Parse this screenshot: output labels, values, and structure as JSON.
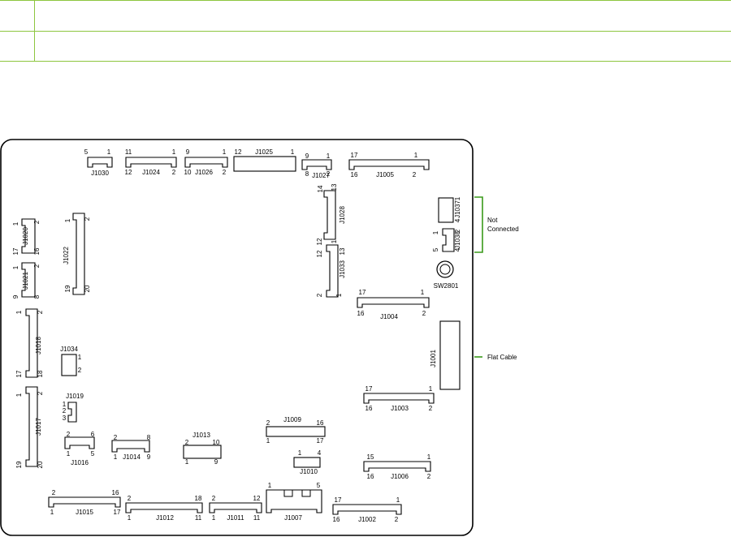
{
  "connectors": [
    {
      "id": "J1030",
      "pins": [
        "5",
        "1"
      ]
    },
    {
      "id": "J1024",
      "pins": [
        "11",
        "1",
        "12",
        "2"
      ]
    },
    {
      "id": "J1026",
      "pins": [
        "9",
        "1",
        "10",
        "2"
      ]
    },
    {
      "id": "J1025",
      "pins": [
        "12",
        "1"
      ]
    },
    {
      "id": "J1027",
      "pins": [
        "9",
        "1",
        "8",
        "2"
      ]
    },
    {
      "id": "J1005",
      "pins": [
        "17",
        "1",
        "16",
        "2"
      ]
    },
    {
      "id": "J1028",
      "pins": [
        "14",
        "13",
        "12",
        "1"
      ]
    },
    {
      "id": "J1037",
      "pins": [
        "1",
        "4"
      ]
    },
    {
      "id": "J1038",
      "pins": [
        "1",
        "2",
        "5",
        "4"
      ]
    },
    {
      "id": "SW2801",
      "pins": []
    },
    {
      "id": "J1020",
      "pins": [
        "1",
        "2",
        "17",
        "16"
      ]
    },
    {
      "id": "J1022",
      "pins": [
        "1",
        "2",
        "19",
        "20"
      ]
    },
    {
      "id": "J1021",
      "pins": [
        "1",
        "2",
        "9",
        "8"
      ]
    },
    {
      "id": "J1033",
      "pins": [
        "12",
        "13",
        "2",
        "1"
      ]
    },
    {
      "id": "J1004",
      "pins": [
        "17",
        "1",
        "16",
        "2"
      ]
    },
    {
      "id": "J1018",
      "pins": [
        "1",
        "2",
        "17",
        "18"
      ]
    },
    {
      "id": "J1034",
      "pins": [
        "1",
        "2"
      ]
    },
    {
      "id": "J1001",
      "pins": []
    },
    {
      "id": "J1003",
      "pins": [
        "17",
        "1",
        "16",
        "2"
      ]
    },
    {
      "id": "J1017",
      "pins": [
        "1",
        "2",
        "19",
        "20"
      ]
    },
    {
      "id": "J1019",
      "pins": [
        "1",
        "2",
        "3"
      ]
    },
    {
      "id": "J1009",
      "pins": [
        "2",
        "16",
        "1",
        "17"
      ]
    },
    {
      "id": "J1016",
      "pins": [
        "2",
        "6",
        "1",
        "5"
      ]
    },
    {
      "id": "J1014",
      "pins": [
        "2",
        "8",
        "1",
        "9"
      ]
    },
    {
      "id": "J1013",
      "pins": [
        "2",
        "10",
        "1",
        "9"
      ]
    },
    {
      "id": "J1010",
      "pins": [
        "1",
        "4"
      ]
    },
    {
      "id": "J1006",
      "pins": [
        "15",
        "1",
        "16",
        "2"
      ]
    },
    {
      "id": "J1015",
      "pins": [
        "2",
        "16",
        "1",
        "17"
      ]
    },
    {
      "id": "J1012",
      "pins": [
        "2",
        "18",
        "1",
        "11"
      ]
    },
    {
      "id": "J1011",
      "pins": [
        "2",
        "12",
        "1",
        "11"
      ]
    },
    {
      "id": "J1007",
      "pins": [
        "1",
        "5"
      ]
    },
    {
      "id": "J1002",
      "pins": [
        "17",
        "1",
        "16",
        "2"
      ]
    }
  ],
  "callouts": {
    "not_connected": "Not\nConnected",
    "flat_cable": "Flat Cable"
  },
  "colors": {
    "callout": "#3a9a1a",
    "table_lines": "#8dc63f"
  }
}
